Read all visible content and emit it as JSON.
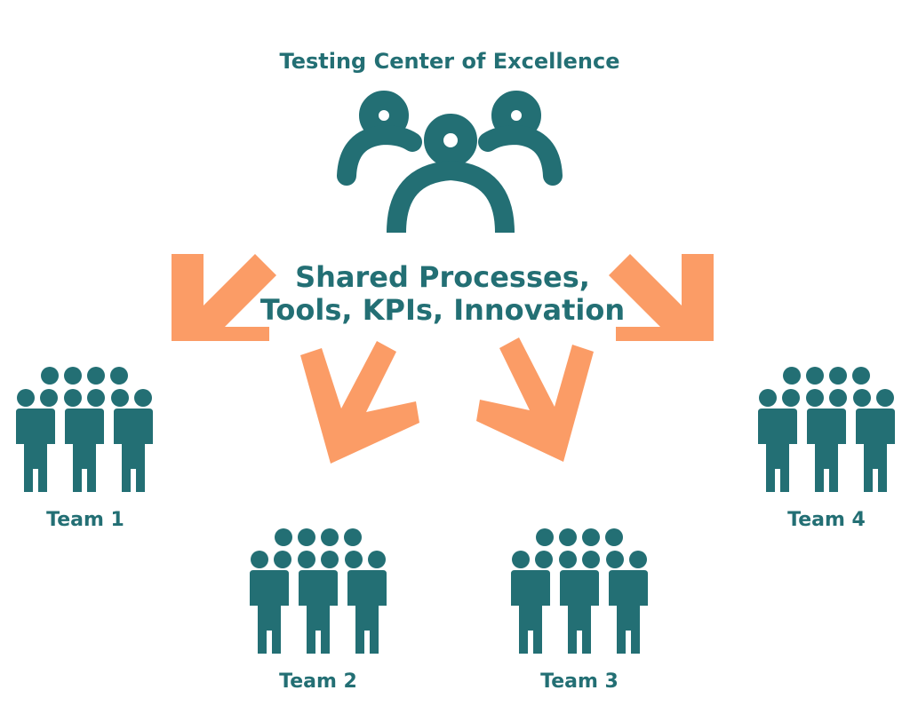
{
  "diagram": {
    "title": "Testing Center of Excellence",
    "center_text": {
      "line1": "Shared Processes,",
      "line2": "Tools, KPIs, Innovation"
    },
    "teams": [
      {
        "label": "Team 1"
      },
      {
        "label": "Team 2"
      },
      {
        "label": "Team 3"
      },
      {
        "label": "Team 4"
      }
    ]
  },
  "icons": {
    "center": "people-group-icon",
    "team": "team-crowd-icon",
    "arrow": "arrow-down-icon"
  },
  "colors": {
    "primary": "#236f74",
    "accent": "#fb9c66",
    "background": "#ffffff"
  }
}
